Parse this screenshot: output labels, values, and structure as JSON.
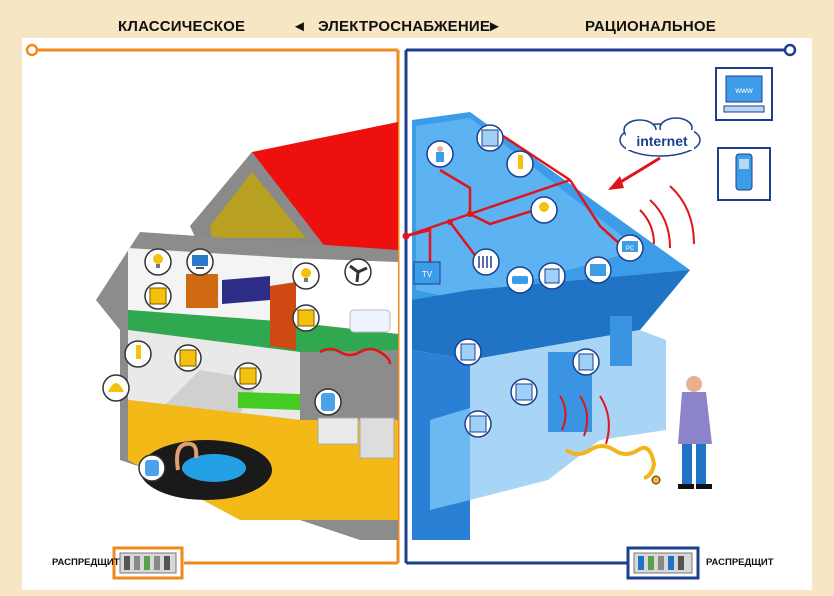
{
  "header": {
    "left": "КЛАССИЧЕСКОЕ",
    "center": "ЭЛЕКТРОСНАБЖЕНИЕ",
    "right": "РАЦИОНАЛЬНОЕ",
    "arrow_left": "◄",
    "arrow_right": "►"
  },
  "panels": {
    "left_label": "РАСПРЕДЩИТ",
    "right_label": "РАСПРЕДЩИТ"
  },
  "labels": {
    "internet": "internet",
    "www": "www",
    "tv": "TV",
    "pc": "PC"
  },
  "colors": {
    "classic_frame": "#f08a1c",
    "rational_frame": "#1b3f8f",
    "roof_red": "#ee0f0f",
    "wire_red": "#e0141b",
    "house_blue": "#2f8fe0"
  },
  "icons": {
    "left": [
      "bulb-icon",
      "monitor-icon",
      "bulb-icon",
      "fan-icon",
      "switch-icon",
      "switch-icon",
      "bulb-icon",
      "bell-icon",
      "switch-icon",
      "switch-icon",
      "boiler-icon",
      "pump-icon"
    ],
    "right": [
      "switch-icon",
      "person-icon",
      "bulb-icon",
      "bulb-icon",
      "pc-icon",
      "heater-icon",
      "phone-icon",
      "router-icon",
      "tv-icon",
      "thermostat-icon",
      "window-icon",
      "panel-icon"
    ]
  }
}
